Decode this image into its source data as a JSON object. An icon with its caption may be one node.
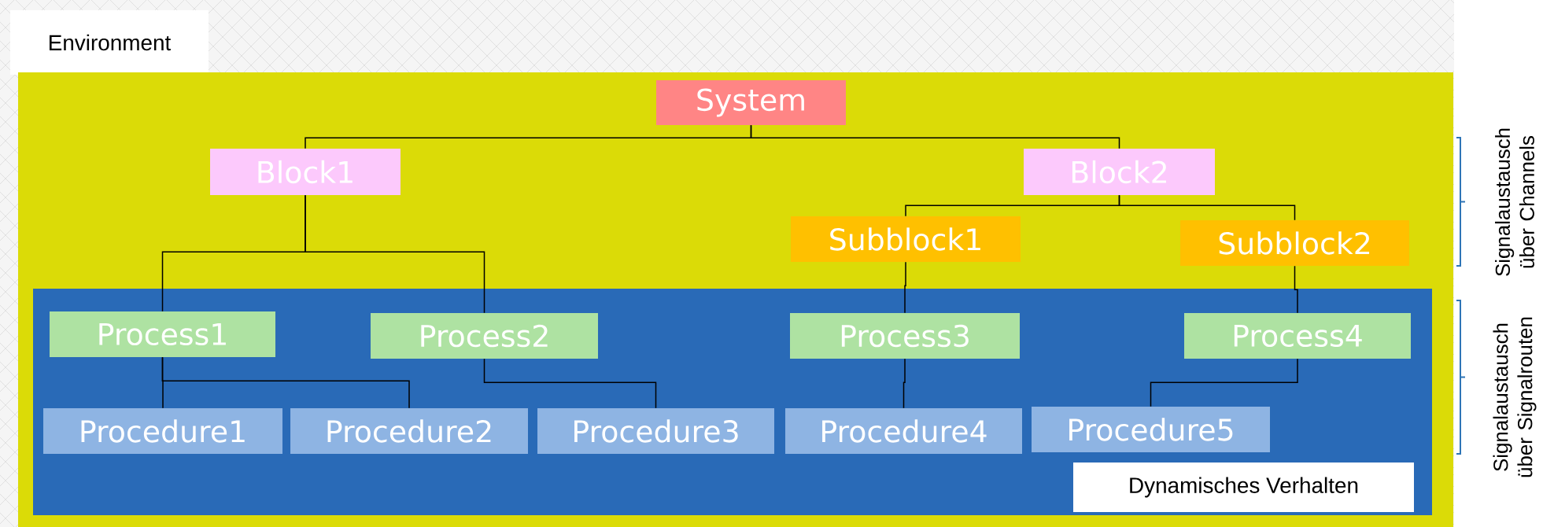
{
  "diagram": {
    "nodes": [
      {
        "text": [
          "Environment"
        ]
      },
      {
        "text": [],
        "shape": "box",
        "in": 0
      },
      {
        "text": [
          "Dynamisches Verhalten"
        ],
        "in": 1
      },
      {
        "text": [
          "System"
        ],
        "in": 1
      },
      {
        "text": [
          "Block1"
        ],
        "in": 1
      },
      {
        "text": [
          "Block2"
        ],
        "in": 1
      },
      {
        "text": [
          "Subblock1"
        ],
        "in": 1
      },
      {
        "text": [
          "Subblock2"
        ],
        "in": 1
      },
      {
        "text": [
          "Process1"
        ],
        "in": 2
      },
      {
        "text": [
          "Process2"
        ],
        "in": 2
      },
      {
        "text": [
          "Process3"
        ],
        "in": 2
      },
      {
        "text": [
          "Process4"
        ],
        "in": 2
      },
      {
        "text": [
          "Procedure1"
        ],
        "in": 2
      },
      {
        "text": [
          "Procedure2"
        ],
        "in": 2
      },
      {
        "text": [
          "Procedure3"
        ],
        "in": 2
      },
      {
        "text": [
          "Procedure4"
        ],
        "in": 2
      },
      {
        "text": [
          "Procedure5"
        ],
        "in": 2
      }
    ],
    "edges": [
      {
        "from": 3,
        "to": 4,
        "arrow": "none"
      },
      {
        "from": 3,
        "to": 5,
        "arrow": "none"
      },
      {
        "from": 4,
        "to": 8,
        "arrow": "none"
      },
      {
        "from": 4,
        "to": 9,
        "arrow": "none"
      },
      {
        "from": 8,
        "to": 12,
        "arrow": "none"
      },
      {
        "from": 8,
        "to": 13,
        "arrow": "none"
      },
      {
        "from": 9,
        "to": 14,
        "arrow": "none"
      },
      {
        "from": 5,
        "to": 6,
        "arrow": "none"
      },
      {
        "from": 5,
        "to": 7,
        "arrow": "none"
      },
      {
        "from": 6,
        "to": 10,
        "arrow": "none"
      },
      {
        "from": 7,
        "to": 11,
        "arrow": "none"
      },
      {
        "from": 10,
        "to": 15,
        "arrow": "none"
      },
      {
        "from": 11,
        "to": 16,
        "arrow": "none"
      }
    ],
    "labels": [
      "Signalaustausch über Channels",
      "Signalaustausch über Signalrouten"
    ]
  }
}
